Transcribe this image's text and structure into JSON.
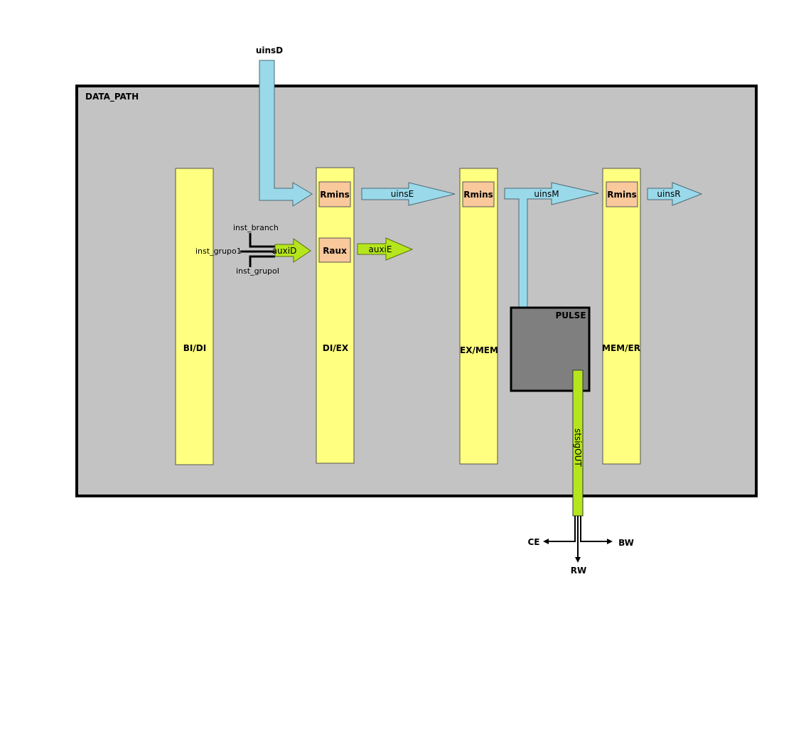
{
  "diagram": {
    "title": "DATA_PATH",
    "stages": [
      {
        "id": "bi-di",
        "label": "BI/DI"
      },
      {
        "id": "di-ex",
        "label": "DI/EX"
      },
      {
        "id": "ex-mem",
        "label": "EX/MEM"
      },
      {
        "id": "mem-er",
        "label": "MEM/ER"
      }
    ],
    "registers": {
      "rmins_di_ex": "Rmins",
      "raux_di_ex": "Raux",
      "rmins_ex_mem": "Rmins",
      "rmins_mem_er": "Rmins"
    },
    "signals": {
      "uinsD": "uinsD",
      "uinsE": "uinsE",
      "uinsM": "uinsM",
      "uinsR": "uinsR",
      "auxiD": "auxiD",
      "auxiE": "auxiE",
      "inst_branch": "inst_branch",
      "inst_grupo1": "inst_grupo1",
      "inst_grupoI": "inst_grupoI",
      "stsigOUT": "stsigOUT"
    },
    "pulse": {
      "label": "PULSE"
    },
    "outputs": {
      "ce": "CE",
      "bw": "BW",
      "rw": "RW"
    },
    "colors": {
      "datapath_fill": "#c3c3c3",
      "stage_fill": "#ffff80",
      "register_fill": "#f9c89b",
      "blue_arrow": "#99d9ea",
      "green_arrow": "#b5e61d",
      "pulse_fill": "#7f7f7f"
    }
  }
}
